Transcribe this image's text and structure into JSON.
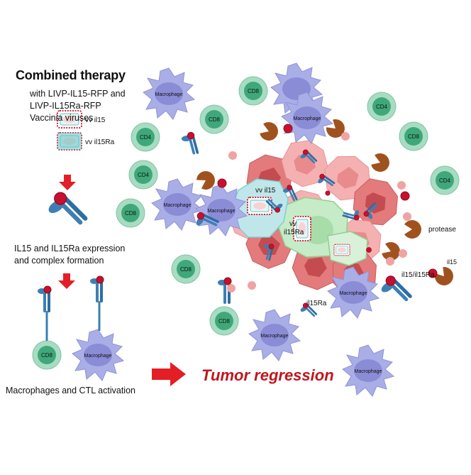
{
  "text": {
    "title": "Combined therapy",
    "subtitle_line1": "with LIVP-IL15-RFP and",
    "subtitle_line2": "LIVP-IL15Ra-RFP",
    "subtitle_line3": "Vaccinia viruses",
    "vv_il15": "vv il15",
    "vv_il15ra": "vv il15Ra",
    "expression_line1": "IL15 and IL15Ra expression",
    "expression_line2": "and complex formation",
    "activation": "Macrophages and CTL activation",
    "tumor_regression": "Tumor regression",
    "tumor_vv_il15": "vv il15",
    "tumor_vv_il15ra_1": "vv",
    "tumor_vv_il15ra_2": "il15Ra",
    "protease": "protease",
    "complex": "il15/il15Ra",
    "il15": "il15",
    "il15ra": "il15Ra",
    "macrophage": "Macrophage",
    "cd8": "CD8",
    "cd4": "CD4"
  },
  "colors": {
    "arrow_red": "#e41e26",
    "regression_red": "#c0161c",
    "macrophage": "#aaaee6",
    "macrophage_nucleus": "#8a8cd6",
    "tcell": "#a7dcc3",
    "tcell_nucleus": "#3fa87a",
    "tumor_red": "#e37a7c",
    "tumor_pink": "#f5b1b1",
    "infected_green": "#c6ebc7",
    "infected_blue": "#bfe7ea",
    "receptor_blue": "#3d7fb5",
    "ligand_red": "#c8102e",
    "protease_brown": "#a0521e"
  },
  "icons": [
    "macrophage-icon",
    "cd8-tcell-icon",
    "cd4-tcell-icon",
    "protease-icon",
    "il15-il15ra-complex-icon",
    "virus-icon",
    "arrow-icon",
    "tumor-cell-icon"
  ]
}
